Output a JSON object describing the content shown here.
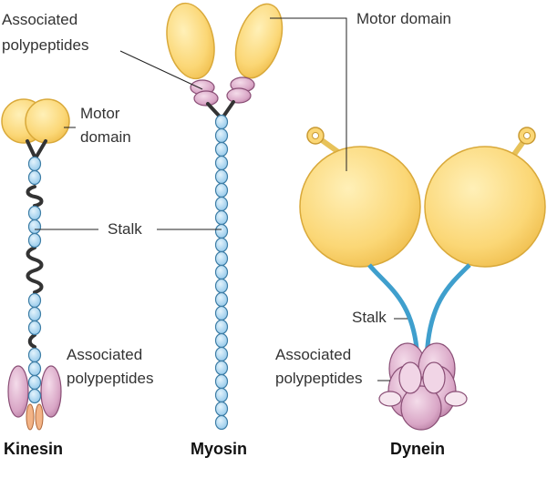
{
  "labels": {
    "kinesin": {
      "motor_line1": "Motor",
      "motor_line2": "domain",
      "stalk": "Stalk",
      "assoc_line1": "Associated",
      "assoc_line2": "polypeptides",
      "name": "Kinesin"
    },
    "myosin": {
      "assoc_line1": "Associated",
      "assoc_line2": "polypeptides",
      "name": "Myosin"
    },
    "dynein": {
      "motor": "Motor domain",
      "stalk": "Stalk",
      "assoc_line1": "Associated",
      "assoc_line2": "polypeptides",
      "name": "Dynein"
    }
  },
  "colors": {
    "motor_fill": "#fbd776",
    "motor_stroke": "#d9a93a",
    "bead_fill": "#a9d5ef",
    "bead_stroke": "#3e7ea6",
    "assoc_fill": "#d9a6c6",
    "assoc_stroke": "#8a4f76",
    "light_chain": "#f3b487",
    "stalk_blue": "#3f9fcd",
    "linker": "#333333",
    "leader": "#222222"
  }
}
